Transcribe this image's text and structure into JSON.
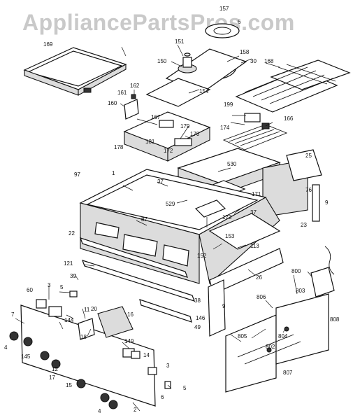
{
  "watermark": "AppliancePartsPros.com",
  "callouts": [
    {
      "id": "157"
    },
    {
      "id": "6"
    },
    {
      "id": "169"
    },
    {
      "id": "151"
    },
    {
      "id": "158"
    },
    {
      "id": "30"
    },
    {
      "id": "168"
    },
    {
      "id": "150"
    },
    {
      "id": "154"
    },
    {
      "id": "162"
    },
    {
      "id": "161"
    },
    {
      "id": "160"
    },
    {
      "id": "167"
    },
    {
      "id": "179"
    },
    {
      "id": "170"
    },
    {
      "id": "199"
    },
    {
      "id": "174"
    },
    {
      "id": "166"
    },
    {
      "id": "181"
    },
    {
      "id": "172"
    },
    {
      "id": "178"
    },
    {
      "id": "25"
    },
    {
      "id": "530"
    },
    {
      "id": "97"
    },
    {
      "id": "1"
    },
    {
      "id": "37"
    },
    {
      "id": "76"
    },
    {
      "id": "171"
    },
    {
      "id": "9"
    },
    {
      "id": "529"
    },
    {
      "id": "173"
    },
    {
      "id": "87"
    },
    {
      "id": "23"
    },
    {
      "id": "22"
    },
    {
      "id": "153"
    },
    {
      "id": "152"
    },
    {
      "id": "113"
    },
    {
      "id": "121"
    },
    {
      "id": "800"
    },
    {
      "id": "26"
    },
    {
      "id": "39"
    },
    {
      "id": "60"
    },
    {
      "id": "3"
    },
    {
      "id": "5"
    },
    {
      "id": "20"
    },
    {
      "id": "16"
    },
    {
      "id": "38"
    },
    {
      "id": "146"
    },
    {
      "id": "806"
    },
    {
      "id": "803"
    },
    {
      "id": "11"
    },
    {
      "id": "144"
    },
    {
      "id": "18"
    },
    {
      "id": "49"
    },
    {
      "id": "7"
    },
    {
      "id": "808"
    },
    {
      "id": "149"
    },
    {
      "id": "4"
    },
    {
      "id": "145"
    },
    {
      "id": "14"
    },
    {
      "id": "805"
    },
    {
      "id": "804"
    },
    {
      "id": "802"
    },
    {
      "id": "12"
    },
    {
      "id": "17"
    },
    {
      "id": "15"
    },
    {
      "id": "807"
    },
    {
      "id": "2"
    }
  ]
}
